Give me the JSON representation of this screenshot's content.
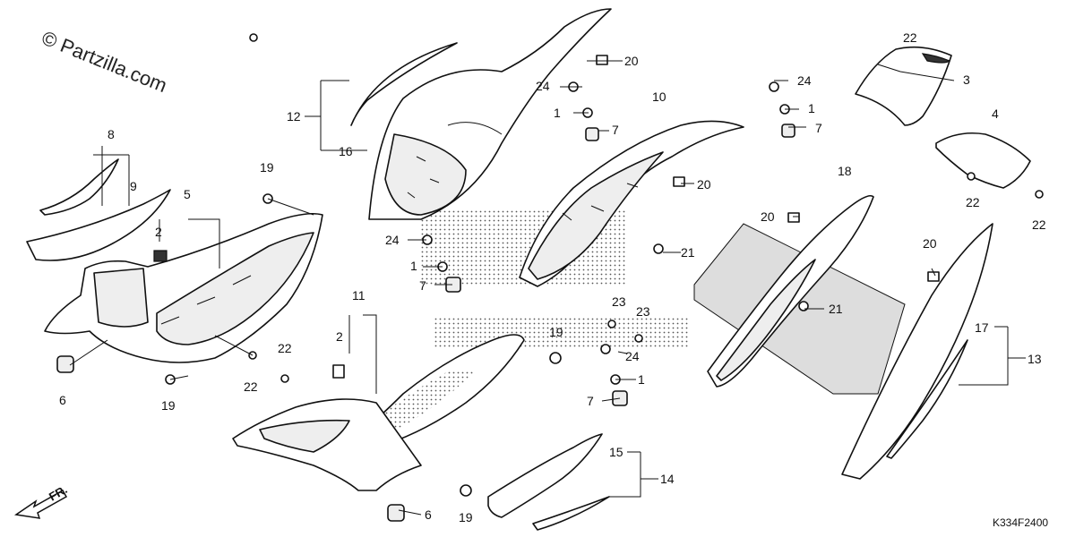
{
  "watermark": "© Partzilla.com",
  "diagram_code": "K334F2400",
  "direction_marker": "FR.",
  "callouts": {
    "c1a": "1",
    "c1b": "1",
    "c1c": "1",
    "c1d": "1",
    "c2a": "2",
    "c2b": "2",
    "c3": "3",
    "c4": "4",
    "c5": "5",
    "c6a": "6",
    "c6b": "6",
    "c7a": "7",
    "c7b": "7",
    "c7c": "7",
    "c7d": "7",
    "c8": "8",
    "c9": "9",
    "c10": "10",
    "c11": "11",
    "c12": "12",
    "c13": "13",
    "c14": "14",
    "c15": "15",
    "c16": "16",
    "c17": "17",
    "c18": "18",
    "c19a": "19",
    "c19b": "19",
    "c19c": "19",
    "c19d": "19",
    "c20a": "20",
    "c20b": "20",
    "c20c": "20",
    "c20d": "20",
    "c21a": "21",
    "c21b": "21",
    "c22a": "22",
    "c22b": "22",
    "c22c": "22",
    "c22d": "22",
    "c22e": "22",
    "c23a": "23",
    "c23b": "23",
    "c24a": "24",
    "c24b": "24",
    "c24c": "24",
    "c24d": "24"
  }
}
